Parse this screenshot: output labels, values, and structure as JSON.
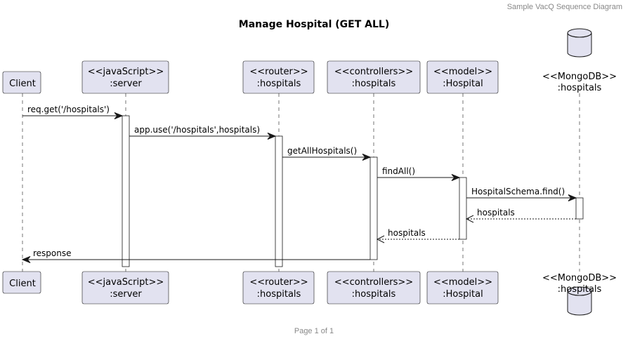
{
  "header": {
    "text": "Sample VacQ Sequence Diagram"
  },
  "title": "Manage Hospital (GET ALL)",
  "footer": {
    "text": "Page 1 of 1"
  },
  "colors": {
    "participant_fill": "#e2e2f0",
    "line": "#181818",
    "lifeline": "#181818",
    "activation_fill": "#ffffff"
  },
  "participants": [
    {
      "id": "client",
      "type": "box",
      "lines": [
        "Client"
      ]
    },
    {
      "id": "server",
      "type": "box",
      "lines": [
        "<<javaScript>>",
        ":server"
      ]
    },
    {
      "id": "router",
      "type": "box",
      "lines": [
        "<<router>>",
        ":hospitals"
      ]
    },
    {
      "id": "controllers",
      "type": "box",
      "lines": [
        "<<controllers>>",
        ":hospitals"
      ]
    },
    {
      "id": "model",
      "type": "box",
      "lines": [
        "<<model>>",
        ":Hospital"
      ]
    },
    {
      "id": "mongodb",
      "type": "database",
      "lines": [
        "<<MongoDB>>",
        ":hospitals"
      ]
    }
  ],
  "messages": [
    {
      "from": "client",
      "to": "server",
      "label": "req.get('/hospitals')",
      "kind": "sync"
    },
    {
      "from": "server",
      "to": "router",
      "label": "app.use('/hospitals',hospitals)",
      "kind": "sync"
    },
    {
      "from": "router",
      "to": "controllers",
      "label": "getAllHospitals()",
      "kind": "sync"
    },
    {
      "from": "controllers",
      "to": "model",
      "label": "findAll()",
      "kind": "sync"
    },
    {
      "from": "model",
      "to": "mongodb",
      "label": "HospitalSchema.find()",
      "kind": "sync"
    },
    {
      "from": "mongodb",
      "to": "model",
      "label": "hospitals",
      "kind": "return"
    },
    {
      "from": "model",
      "to": "controllers",
      "label": "hospitals",
      "kind": "return"
    },
    {
      "from": "controllers",
      "to": "client",
      "label": "response",
      "kind": "sync"
    }
  ],
  "activations": [
    {
      "participant": "server",
      "from_msg": 0,
      "to_end": true
    },
    {
      "participant": "router",
      "from_msg": 1,
      "to_end": true
    },
    {
      "participant": "controllers",
      "from_msg": 2,
      "to_msg": 7
    },
    {
      "participant": "model",
      "from_msg": 3,
      "to_msg": 6
    },
    {
      "participant": "mongodb",
      "from_msg": 4,
      "to_msg": 5
    }
  ]
}
